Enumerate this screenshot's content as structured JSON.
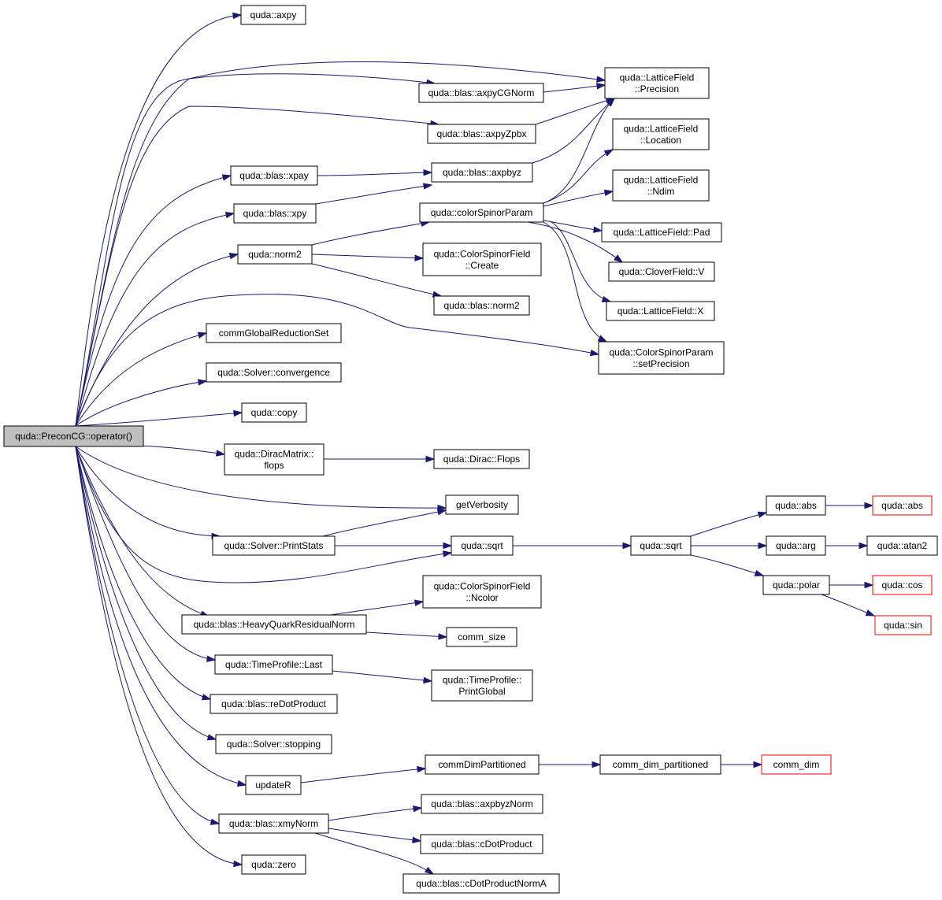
{
  "graph": {
    "edge_color": "#191970",
    "root_fill": "#bfbfbf",
    "red_border": "#ff0000",
    "nodes": {
      "root": {
        "lines": [
          "quda::PreconCG::operator()"
        ],
        "root": true
      },
      "axpy": {
        "lines": [
          "quda::axpy"
        ]
      },
      "lf_precision": {
        "lines": [
          "quda::LatticeField",
          "::Precision"
        ]
      },
      "axpyCGNorm": {
        "lines": [
          "quda::blas::axpyCGNorm"
        ]
      },
      "axpyZpbx": {
        "lines": [
          "quda::blas::axpyZpbx"
        ]
      },
      "lf_location": {
        "lines": [
          "quda::LatticeField",
          "::Location"
        ]
      },
      "xpay": {
        "lines": [
          "quda::blas::xpay"
        ]
      },
      "axpbyz": {
        "lines": [
          "quda::blas::axpbyz"
        ]
      },
      "lf_ndim": {
        "lines": [
          "quda::LatticeField",
          "::Ndim"
        ]
      },
      "xpy": {
        "lines": [
          "quda::blas::xpy"
        ]
      },
      "colorSpinorParam": {
        "lines": [
          "quda::colorSpinorParam"
        ]
      },
      "lf_pad": {
        "lines": [
          "quda::LatticeField::Pad"
        ]
      },
      "norm2": {
        "lines": [
          "quda::norm2"
        ]
      },
      "csf_create": {
        "lines": [
          "quda::ColorSpinorField",
          "::Create"
        ]
      },
      "cf_v": {
        "lines": [
          "quda::CloverField::V"
        ]
      },
      "blas_norm2": {
        "lines": [
          "quda::blas::norm2"
        ]
      },
      "lf_x": {
        "lines": [
          "quda::LatticeField::X"
        ]
      },
      "commGRS": {
        "lines": [
          "commGlobalReductionSet"
        ]
      },
      "csp_setPrecision": {
        "lines": [
          "quda::ColorSpinorParam",
          "::setPrecision"
        ]
      },
      "convergence": {
        "lines": [
          "quda::Solver::convergence"
        ]
      },
      "copy": {
        "lines": [
          "quda::copy"
        ]
      },
      "dm_flops": {
        "lines": [
          "quda::DiracMatrix::",
          "flops"
        ]
      },
      "dirac_flops": {
        "lines": [
          "quda::Dirac::Flops"
        ]
      },
      "getVerbosity": {
        "lines": [
          "getVerbosity"
        ]
      },
      "abs": {
        "lines": [
          "quda::abs"
        ]
      },
      "abs2": {
        "lines": [
          "quda::abs"
        ],
        "red": true
      },
      "printStats": {
        "lines": [
          "quda::Solver::PrintStats"
        ]
      },
      "sqrt1": {
        "lines": [
          "quda::sqrt"
        ]
      },
      "sqrt2": {
        "lines": [
          "quda::sqrt"
        ]
      },
      "arg": {
        "lines": [
          "quda::arg"
        ]
      },
      "atan2": {
        "lines": [
          "quda::atan2"
        ]
      },
      "polar": {
        "lines": [
          "quda::polar"
        ]
      },
      "cos": {
        "lines": [
          "quda::cos"
        ],
        "red": true
      },
      "csf_ncolor": {
        "lines": [
          "quda::ColorSpinorField",
          "::Ncolor"
        ]
      },
      "sin": {
        "lines": [
          "quda::sin"
        ],
        "red": true
      },
      "hqrn": {
        "lines": [
          "quda::blas::HeavyQuarkResidualNorm"
        ]
      },
      "comm_size": {
        "lines": [
          "comm_size"
        ]
      },
      "tp_last": {
        "lines": [
          "quda::TimeProfile::Last"
        ]
      },
      "tp_printGlobal": {
        "lines": [
          "quda::TimeProfile::",
          "PrintGlobal"
        ]
      },
      "reDotProduct": {
        "lines": [
          "quda::blas::reDotProduct"
        ]
      },
      "stopping": {
        "lines": [
          "quda::Solver::stopping"
        ]
      },
      "commDimPart": {
        "lines": [
          "commDimPartitioned"
        ]
      },
      "comm_dim_part": {
        "lines": [
          "comm_dim_partitioned"
        ]
      },
      "comm_dim": {
        "lines": [
          "comm_dim"
        ],
        "red": true
      },
      "updateR": {
        "lines": [
          "updateR"
        ]
      },
      "axpbyzNorm": {
        "lines": [
          "quda::blas::axpbyzNorm"
        ]
      },
      "xmyNorm": {
        "lines": [
          "quda::blas::xmyNorm"
        ]
      },
      "cDotProduct": {
        "lines": [
          "quda::blas::cDotProduct"
        ]
      },
      "zero": {
        "lines": [
          "quda::zero"
        ]
      },
      "cDotProductNormA": {
        "lines": [
          "quda::blas::cDotProductNormA"
        ]
      }
    }
  }
}
